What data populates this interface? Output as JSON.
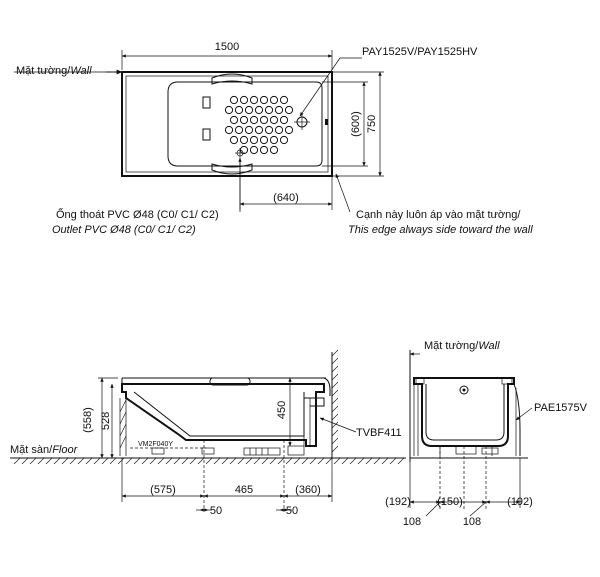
{
  "top_view": {
    "width_dim": "1500",
    "depth_dim": "750",
    "inner_depth_dim": "(600)",
    "drain_offset_dim": "(640)",
    "model": "PAY1525V/PAY1525HV",
    "wall_label": "Mặt tường/",
    "wall_label_en": "Wall",
    "outlet_label_vi": "Ống thoát PVC Ø48 (C0/ C1/ C2)",
    "outlet_label_en": "Outlet PVC Ø48 (C0/ C1/ C2)",
    "edge_label_vi": "Cạnh này luôn áp vào mặt tường/",
    "edge_label_en": "This edge always side toward the wall"
  },
  "side_view": {
    "floor_label": "Mặt sàn/",
    "floor_label_en": "Floor",
    "height_outer_dim": "(558)",
    "height_dim": "528",
    "inner_height_dim": "450",
    "part_code": "VM2F040Y",
    "drain_part": "TVBF411",
    "dim_575": "(575)",
    "dim_465": "465",
    "dim_360": "(360)",
    "dim_50_left": "50",
    "dim_50_right": "50"
  },
  "end_view": {
    "wall_label": "Mặt tường/",
    "wall_label_en": "Wall",
    "apron_part": "PAE1575V",
    "dim_192_left": "(192)",
    "dim_150": "(150)",
    "dim_192_right": "(192)",
    "dim_108_left": "108",
    "dim_108_right": "108"
  }
}
